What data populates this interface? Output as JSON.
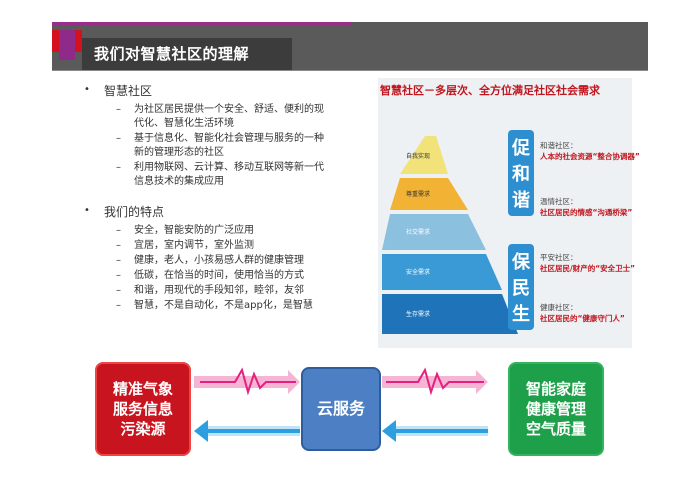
{
  "header": {
    "title": "我们对智慧社区的理解"
  },
  "section1": {
    "heading": "智慧社区",
    "items": [
      [
        "为社区居民提供一个安全、舒适、便利的现",
        "代化、智慧化生活环境"
      ],
      [
        "基于信息化、智能化社会管理与服务的一种",
        "新的管理形态的社区"
      ],
      [
        "利用物联网、云计算、移动互联网等新一代",
        "信息技术的集成应用"
      ]
    ]
  },
  "section2": {
    "heading": "我们的特点",
    "items": [
      "安全，智能安防的广泛应用",
      "宜居，室内调节，室外监测",
      "健康，老人，小孩易感人群的健康管理",
      "低碳，在恰当的时间，使用恰当的方式",
      "和谐，用现代的手段知邻，睦邻，友邻",
      "智慧，不是自动化，不是app化，是智慧"
    ]
  },
  "pyramid": {
    "title": "智慧社区－多层次、全方位满足社区社会需求",
    "levels": [
      {
        "label": "自我实现",
        "color": "#f1e27a"
      },
      {
        "label": "尊重需求",
        "color": "#f2b233"
      },
      {
        "label": "社交需求",
        "color": "#8cc0df"
      },
      {
        "label": "安全需求",
        "color": "#3a9ad6"
      },
      {
        "label": "生存需求",
        "color": "#1f73b8"
      }
    ],
    "group_top": [
      "促",
      "和",
      "谐"
    ],
    "group_bottom": [
      "保",
      "民",
      "生"
    ],
    "side": [
      {
        "name": "和谐社区：",
        "desc": "人本的社会资源“整合协调器”"
      },
      {
        "name": "温情社区：",
        "desc": "社区居民的情感“沟通桥梁”"
      },
      {
        "name": "平安社区：",
        "desc": "社区居民/财产的“安全卫士”"
      },
      {
        "name": "健康社区：",
        "desc": "社区居民的“健康守门人”"
      }
    ]
  },
  "bottom": {
    "left": [
      "精准气象",
      "服务信息",
      "污染源"
    ],
    "middle": "云服务",
    "right": [
      "智能家庭",
      "健康管理",
      "空气质量"
    ],
    "colors": {
      "red": "#c8141e",
      "blue": "#4d7fc4",
      "green": "#1ea04a",
      "pink": "#e6207e",
      "arrow_blue": "#2d9fe0"
    }
  }
}
